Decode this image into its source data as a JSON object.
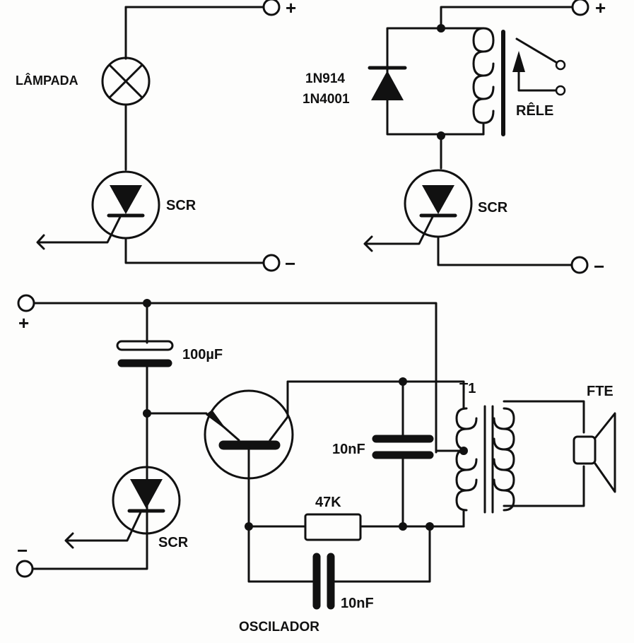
{
  "labels": {
    "lampada": "LÂMPADA",
    "scr_top_left": "SCR",
    "plus_top_left": "+",
    "minus_top_left": "−",
    "diode_line1": "1N914",
    "diode_line2": "1N4001",
    "rele": "RÊLE",
    "scr_top_right": "SCR",
    "plus_top_right": "+",
    "minus_top_right": "−",
    "plus_bottom": "+",
    "minus_bottom": "−",
    "cap_100uf": "100µF",
    "cap_10nf_a": "10nF",
    "res_47k": "47K",
    "cap_10nf_b": "10nF",
    "t1": "T1",
    "fte": "FTE",
    "scr_bottom": "SCR",
    "oscilador": "OSCILADOR"
  }
}
